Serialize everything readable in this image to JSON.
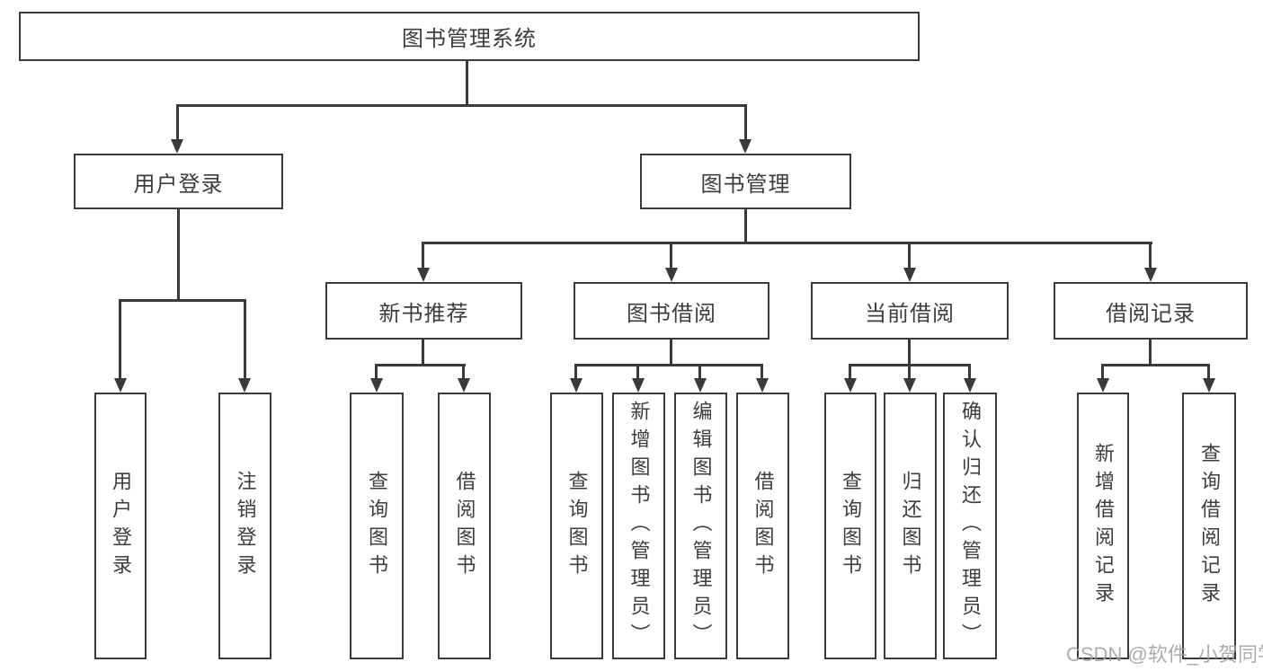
{
  "page": {
    "watermark": "CSDN @软件_小贺同学",
    "background": "#ffffff"
  },
  "colors": {
    "line": "#3a3a3a",
    "text": "#3d3d3d",
    "watermark_text": "#9e9e9e"
  },
  "tree": {
    "root": {
      "label": "图书管理系统"
    },
    "branches": [
      {
        "label": "用户登录",
        "children": [
          {
            "label": "用户登录"
          },
          {
            "label": "注销登录"
          }
        ]
      },
      {
        "label": "图书管理",
        "groups": [
          {
            "label": "新书推荐",
            "children": [
              {
                "label": "查询图书"
              },
              {
                "label": "借阅图书"
              }
            ]
          },
          {
            "label": "图书借阅",
            "children": [
              {
                "label": "查询图书"
              },
              {
                "label": "新增图书（管理员）"
              },
              {
                "label": "编辑图书（管理员）"
              },
              {
                "label": "借阅图书"
              }
            ]
          },
          {
            "label": "当前借阅",
            "children": [
              {
                "label": "查询图书"
              },
              {
                "label": "归还图书"
              },
              {
                "label": "确认归还（管理员）"
              }
            ]
          },
          {
            "label": "借阅记录",
            "children": [
              {
                "label": "新增借阅记录"
              },
              {
                "label": "查询借阅记录"
              }
            ]
          }
        ]
      }
    ]
  }
}
